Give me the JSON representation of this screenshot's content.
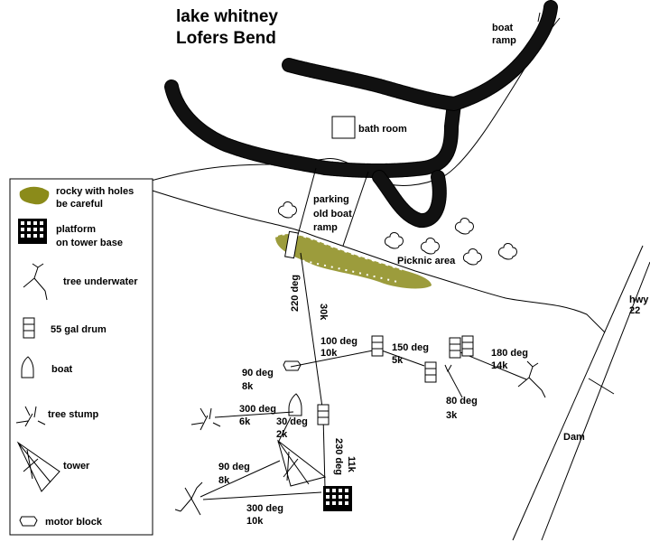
{
  "title": {
    "line1": "lake whitney",
    "line2": "Lofers Bend"
  },
  "places": {
    "boat_ramp_line1": "boat",
    "boat_ramp_line2": "ramp",
    "bath_room": "bath room",
    "parking_line1": "parking",
    "parking_line2": "old boat",
    "parking_line3": "ramp",
    "picnic_area": "Picknic area",
    "hwy_line1": "hwy",
    "hwy_line2": "22",
    "dam": "Dam"
  },
  "bearings": [
    {
      "id": "220deg",
      "deg": "220 deg",
      "dist": "30k"
    },
    {
      "id": "100deg",
      "deg": "100 deg",
      "dist": "10k"
    },
    {
      "id": "150deg",
      "deg": "150 deg",
      "dist": "5k"
    },
    {
      "id": "180deg",
      "deg": "180 deg",
      "dist": "14k"
    },
    {
      "id": "80deg",
      "deg": "80 deg",
      "dist": "3k"
    },
    {
      "id": "90deg_a",
      "deg": "90 deg",
      "dist": "8k"
    },
    {
      "id": "300deg_a",
      "deg": "300 deg",
      "dist": "6k"
    },
    {
      "id": "30deg",
      "deg": "30 deg",
      "dist": "2k"
    },
    {
      "id": "230deg",
      "deg": "230 deg",
      "dist": "11k"
    },
    {
      "id": "90deg_b",
      "deg": "90 deg",
      "dist": "8k"
    },
    {
      "id": "300deg_b",
      "deg": "300 deg",
      "dist": "10k"
    }
  ],
  "legend": {
    "rocky_line1": "rocky with holes",
    "rocky_line2": "be careful",
    "platform_line1": "platform",
    "platform_line2": "on tower base",
    "tree_underwater": "tree underwater",
    "drum": "55 gal drum",
    "boat": "boat",
    "tree_stump": "tree stump",
    "tower": "tower",
    "motor_block": "motor block"
  },
  "colors": {
    "rocky": "#8b8b1a",
    "ink": "#000000"
  }
}
